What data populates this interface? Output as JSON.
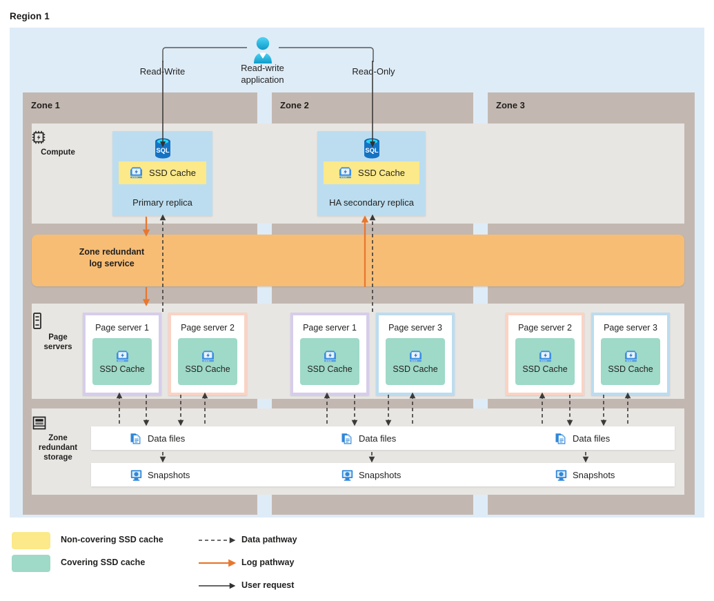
{
  "diagram": {
    "region_title": "Region 1",
    "application": {
      "icon": "person-icon",
      "label": "Read-write\napplication",
      "label_line1": "Read-write",
      "label_line2": "application",
      "left_path_label": "Read-Write",
      "right_path_label": "Read-Only"
    },
    "zones": [
      {
        "name": "Zone 1"
      },
      {
        "name": "Zone 2"
      },
      {
        "name": "Zone 3"
      }
    ],
    "rows": [
      {
        "key": "compute",
        "label": "Compute",
        "icon": "cpu-chip-icon"
      },
      {
        "key": "page_servers",
        "label": "Page\nservers",
        "label_line1": "Page",
        "label_line2": "servers",
        "icon": "server-icon"
      },
      {
        "key": "storage",
        "label": "Zone\nredundant\nstorage",
        "label_line1": "Zone",
        "label_line2": "redundant",
        "label_line3": "storage",
        "icon": "storage-stack-icon"
      }
    ],
    "log_service": {
      "label_line1": "Zone redundant",
      "label_line2": "log service",
      "color": "#f7bd75"
    },
    "replicas": [
      {
        "zone": "Zone 1",
        "name": "Primary replica",
        "db_icon": "sql-database-icon",
        "cache_label": "SSD Cache",
        "cache_icon": "ssd-cache-icon",
        "cache_type": "non-covering",
        "cache_color": "#fbe98a"
      },
      {
        "zone": "Zone 2",
        "name": "HA secondary replica",
        "db_icon": "sql-database-icon",
        "cache_label": "SSD Cache",
        "cache_icon": "ssd-cache-icon",
        "cache_type": "non-covering",
        "cache_color": "#fbe98a"
      }
    ],
    "page_servers": [
      {
        "zone": "Zone 1",
        "name": "Page server 1",
        "cache_label": "SSD Cache",
        "cache_icon": "ssd-cache-icon",
        "border_color": "#d6cdeb"
      },
      {
        "zone": "Zone 1",
        "name": "Page server 2",
        "cache_label": "SSD Cache",
        "cache_icon": "ssd-cache-icon",
        "border_color": "#fad3c4"
      },
      {
        "zone": "Zone 2",
        "name": "Page server 1",
        "cache_label": "SSD Cache",
        "cache_icon": "ssd-cache-icon",
        "border_color": "#d6cdeb"
      },
      {
        "zone": "Zone 2",
        "name": "Page server 3",
        "cache_label": "SSD Cache",
        "cache_icon": "ssd-cache-icon",
        "border_color": "#bcdcef"
      },
      {
        "zone": "Zone 3",
        "name": "Page server 2",
        "cache_label": "SSD Cache",
        "cache_icon": "ssd-cache-icon",
        "border_color": "#fad3c4"
      },
      {
        "zone": "Zone 3",
        "name": "Page server 3",
        "cache_label": "SSD Cache",
        "cache_icon": "ssd-cache-icon",
        "border_color": "#bcdcef"
      }
    ],
    "storage_items": [
      {
        "zone": "Zone 1",
        "data_files": "Data files",
        "snapshots": "Snapshots"
      },
      {
        "zone": "Zone 2",
        "data_files": "Data files",
        "snapshots": "Snapshots"
      },
      {
        "zone": "Zone 3",
        "data_files": "Data files",
        "snapshots": "Snapshots"
      }
    ],
    "storage_icons": {
      "data_files": "documents-icon",
      "snapshots": "snapshot-screen-icon"
    },
    "legend": {
      "swatches": [
        {
          "label": "Non-covering SSD cache",
          "color": "#fbe98a"
        },
        {
          "label": "Covering SSD cache",
          "color": "#9fd9c7"
        }
      ],
      "arrows": [
        {
          "label": "Data pathway",
          "style": "dashed",
          "color": "#3b3a39"
        },
        {
          "label": "Log pathway",
          "style": "solid",
          "color": "#e8772e"
        },
        {
          "label": "User request",
          "style": "solid",
          "color": "#323130"
        }
      ]
    },
    "colors": {
      "region_background": "#deecf7",
      "zone_column": "#c3b8b1",
      "row_band": "#e8e6e3",
      "replica_card": "#bcddef",
      "log_service": "#f7bd75",
      "covering_cache": "#9fd9c7",
      "non_covering_cache": "#fbe98a",
      "log_arrow": "#e8772e",
      "data_arrow": "#3b3a39"
    }
  }
}
